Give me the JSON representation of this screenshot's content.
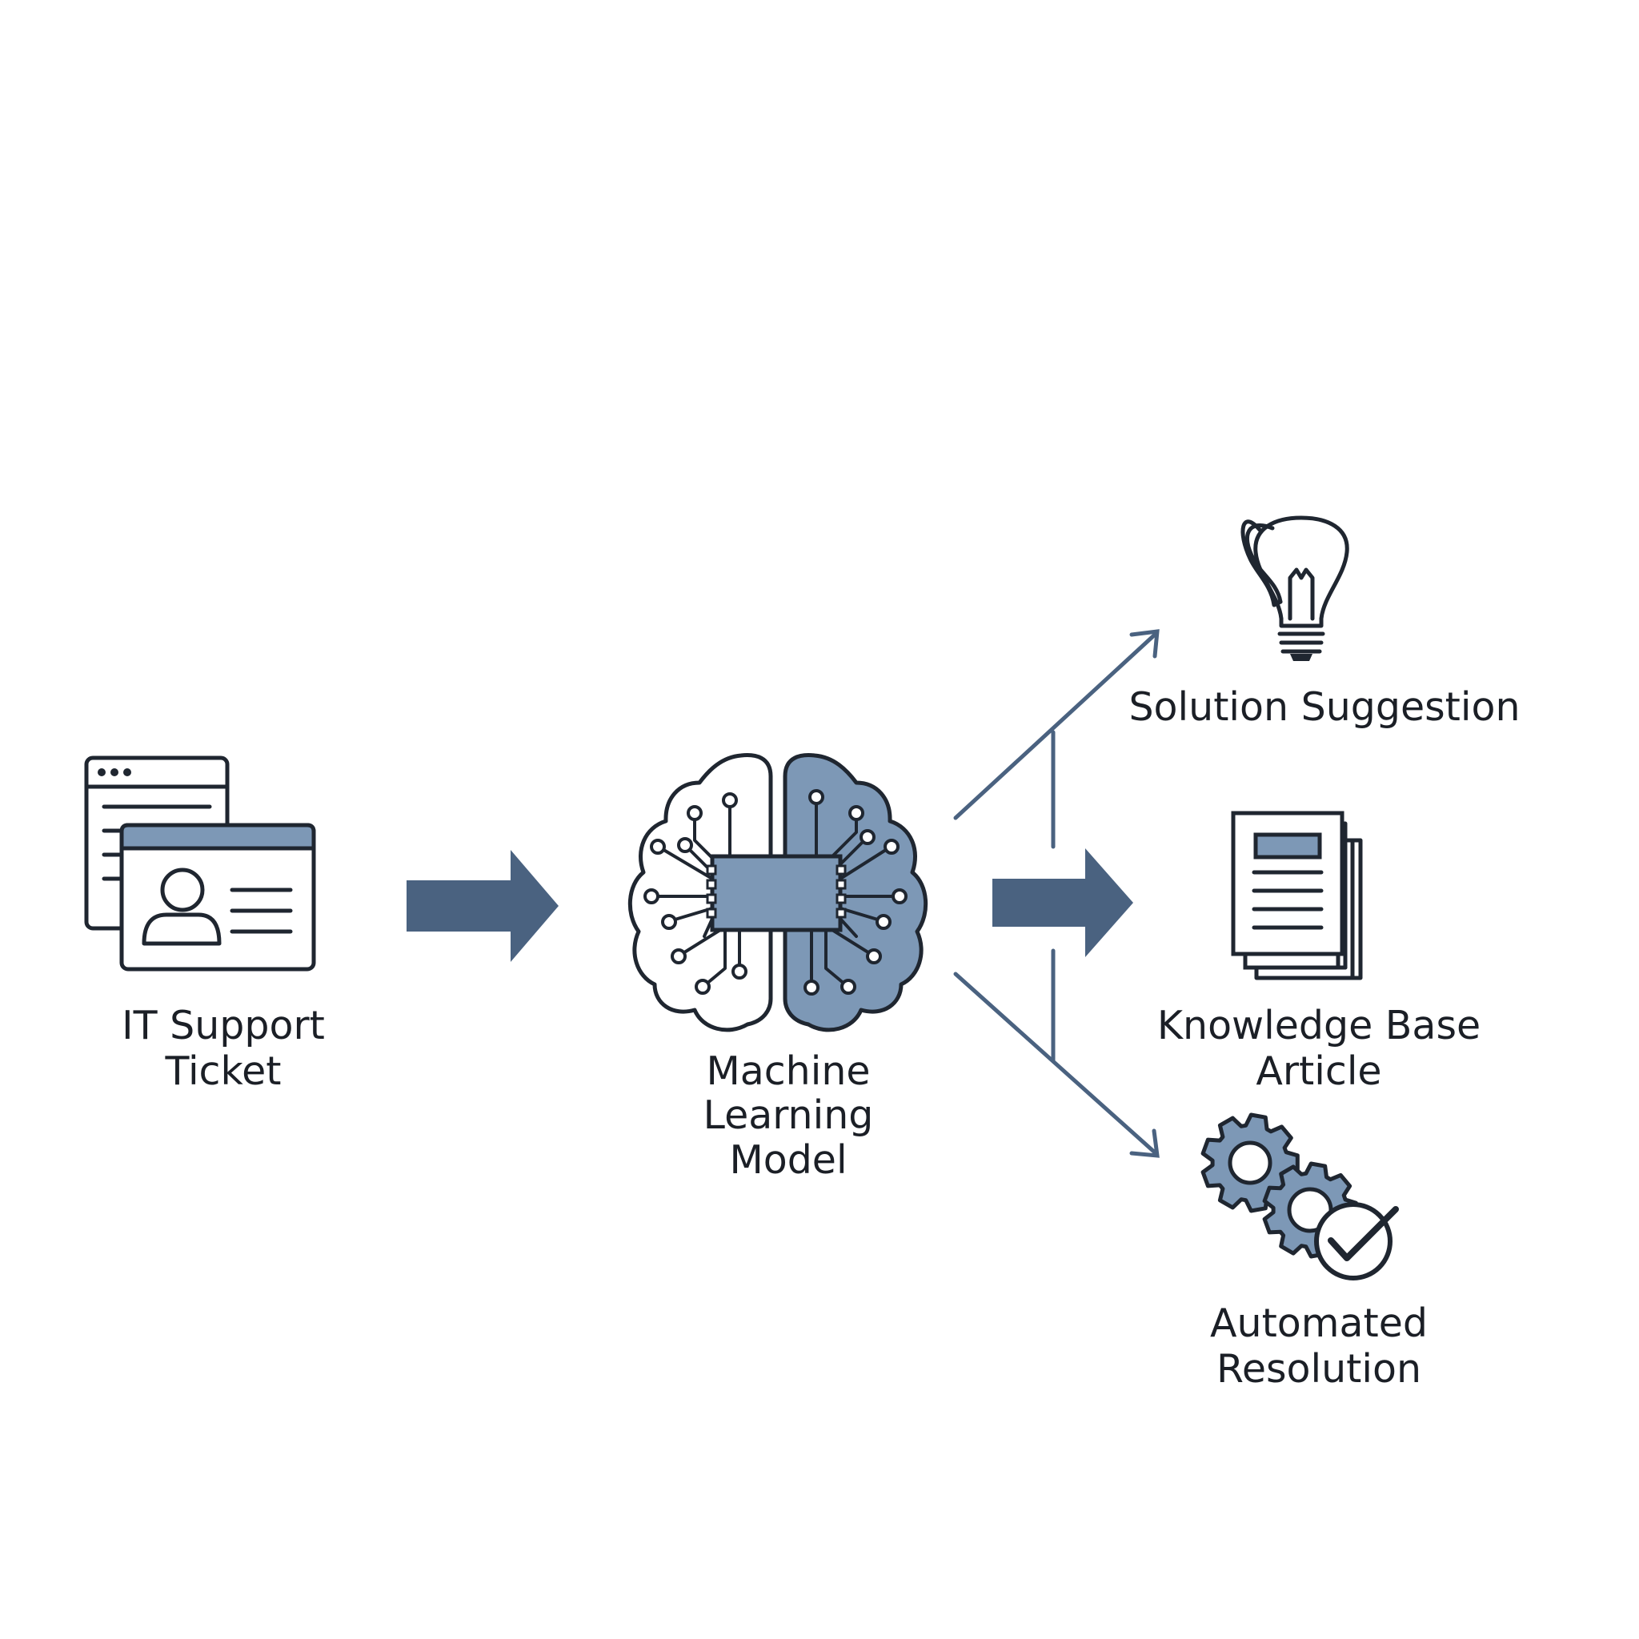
{
  "nodes": {
    "ticket": {
      "lines": [
        "IT Support",
        "Ticket"
      ],
      "icon": "ticket-windows-icon"
    },
    "model": {
      "lines": [
        "Machine",
        "Learning",
        "Model"
      ],
      "icon": "brain-chip-icon"
    },
    "solution": {
      "lines": [
        "Solution Suggestion"
      ],
      "icon": "lightbulb-icon"
    },
    "knowledge": {
      "lines": [
        "Knowledge Base",
        "Article"
      ],
      "icon": "documents-icon"
    },
    "automated": {
      "lines": [
        "Automated",
        "Resolution"
      ],
      "icon": "gears-check-icon"
    }
  },
  "colors": {
    "ink": "#1f2630",
    "accent": "#7d98b6",
    "arrow": "#4a6280",
    "text": "#1b1f26",
    "background": "#ffffff"
  }
}
